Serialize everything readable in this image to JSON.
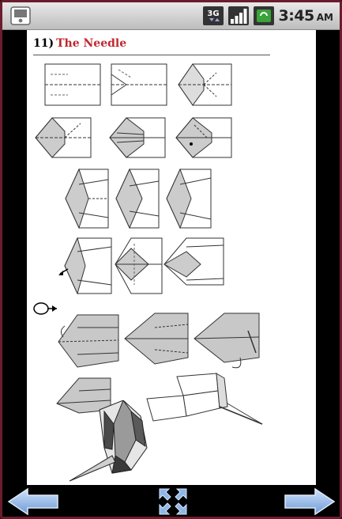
{
  "status_bar": {
    "time": "3:45",
    "ampm": "AM",
    "icons": [
      "device-icon",
      "network-3g-icon",
      "signal-icon",
      "battery-icon"
    ]
  },
  "document": {
    "step_number": "11)",
    "title": "The Needle"
  },
  "navigation": {
    "prev": "arrow-left-icon",
    "fullscreen": "fullscreen-icon",
    "next": "arrow-right-icon"
  },
  "colors": {
    "title_accent": "#c0272d",
    "frame": "#6b1d2c",
    "nav_arrow": "#8fb6e6"
  }
}
